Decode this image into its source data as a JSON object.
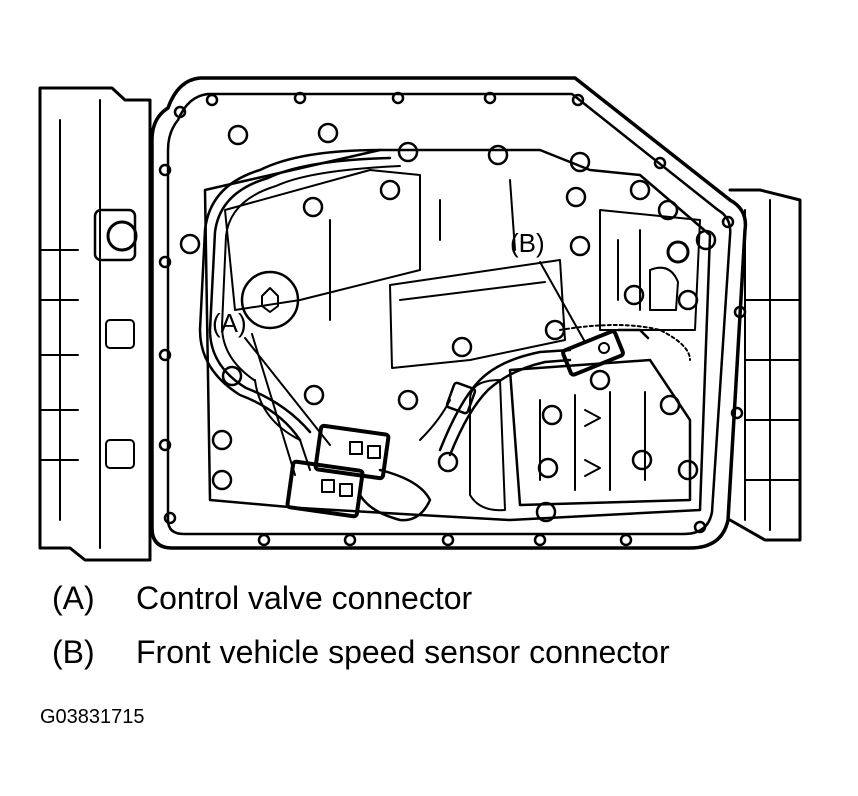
{
  "diagram": {
    "callouts": [
      {
        "id": "A",
        "text": "(A)"
      },
      {
        "id": "B",
        "text": "(B)"
      }
    ]
  },
  "legend": [
    {
      "key": "(A)",
      "label": "Control valve connector"
    },
    {
      "key": "(B)",
      "label": "Front vehicle speed sensor connector"
    }
  ],
  "figure_id": "G03831715"
}
